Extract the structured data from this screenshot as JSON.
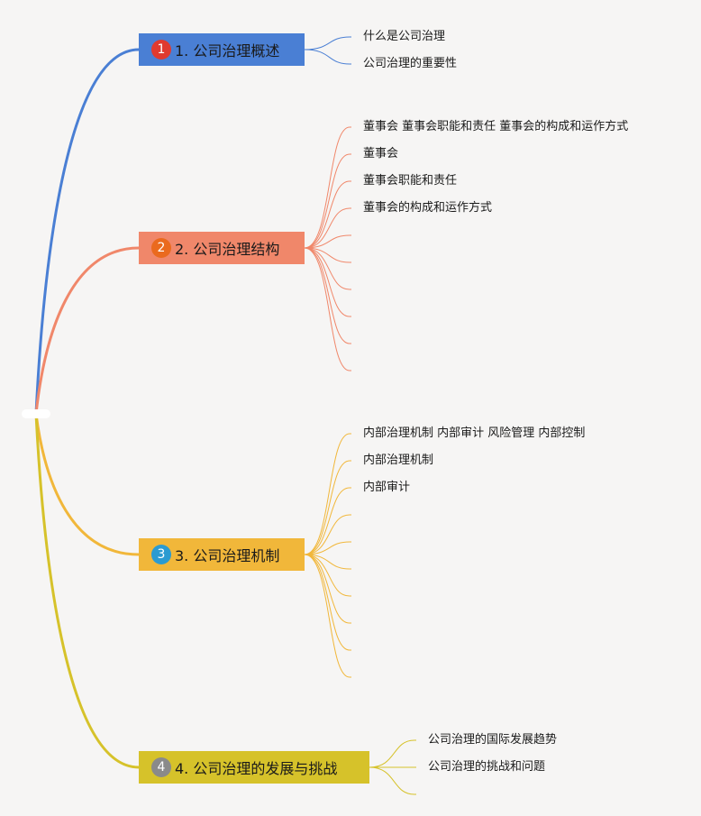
{
  "branches": [
    {
      "number": "1",
      "label": "1. 公司治理概述",
      "color": "#4a7fd4",
      "badge_color": "#e03a2f",
      "leaves": [
        "什么是公司治理",
        "公司治理的重要性"
      ],
      "empty_leaves": 0
    },
    {
      "number": "2",
      "label": "2. 公司治理结构",
      "color": "#f0876a",
      "badge_color": "#ea6a1e",
      "leaves": [
        "董事会 董事会职能和责任 董事会的构成和运作方式",
        "董事会",
        "董事会职能和责任",
        "董事会的构成和运作方式"
      ],
      "empty_leaves": 6
    },
    {
      "number": "3",
      "label": "3. 公司治理机制",
      "color": "#f1b73a",
      "badge_color": "#2b9bd1",
      "leaves": [
        "内部治理机制 内部审计 风险管理 内部控制",
        "内部治理机制",
        "内部审计"
      ],
      "empty_leaves": 7
    },
    {
      "number": "4",
      "label": "4. 公司治理的发展与挑战",
      "color": "#d6c22a",
      "badge_color": "#8a8a8a",
      "leaves": [
        "公司治理的国际发展趋势",
        "公司治理的挑战和问题"
      ],
      "empty_leaves": 1
    }
  ]
}
